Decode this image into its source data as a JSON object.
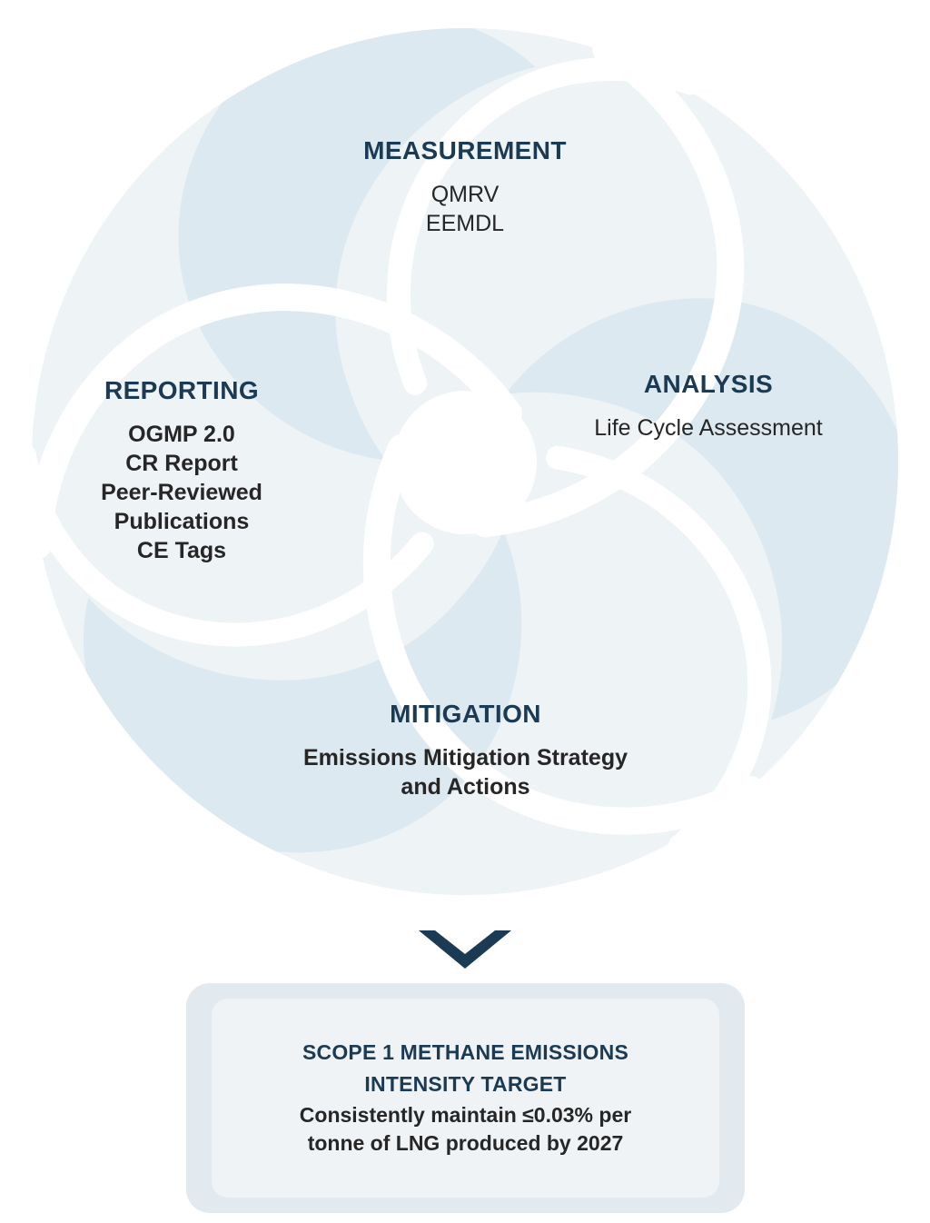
{
  "diagram": {
    "type": "cycle-triskelion",
    "colors": {
      "outer_ring": "#eef3f6",
      "lobe": "#dde9f0",
      "separator": "#ffffff",
      "heading_navy": "#1b3a54",
      "body_text": "#262626",
      "target_outer_box": "#e2eaf0",
      "target_inner_box": "#eff3f6",
      "chevron": "#1b3a54"
    },
    "segments": [
      {
        "key": "measurement",
        "title": "MEASUREMENT",
        "items": [
          "QMRV",
          "EEMDL"
        ],
        "body": "QMRV\nEEMDL"
      },
      {
        "key": "analysis",
        "title": "ANALYSIS",
        "items": [
          "Life Cycle Assessment"
        ],
        "body": "Life Cycle Assessment"
      },
      {
        "key": "mitigation",
        "title": "MITIGATION",
        "items": [
          "Emissions Mitigation Strategy and Actions"
        ],
        "body_line1": "Emissions Mitigation Strategy",
        "body_line2": "and Actions"
      },
      {
        "key": "reporting",
        "title": "REPORTING",
        "items": [
          "OGMP 2.0",
          "CR Report",
          "Peer-Reviewed",
          "Publications",
          "CE Tags"
        ]
      }
    ],
    "connector": {
      "icon": "chevron-down-icon"
    },
    "target": {
      "title_line1": "SCOPE 1 METHANE EMISSIONS",
      "title_line2": "INTENSITY TARGET",
      "body_line1": "Consistently maintain ≤0.03% per",
      "body_line2": "tonne of LNG produced by 2027",
      "value": "≤0.03%",
      "year": "2027"
    }
  }
}
